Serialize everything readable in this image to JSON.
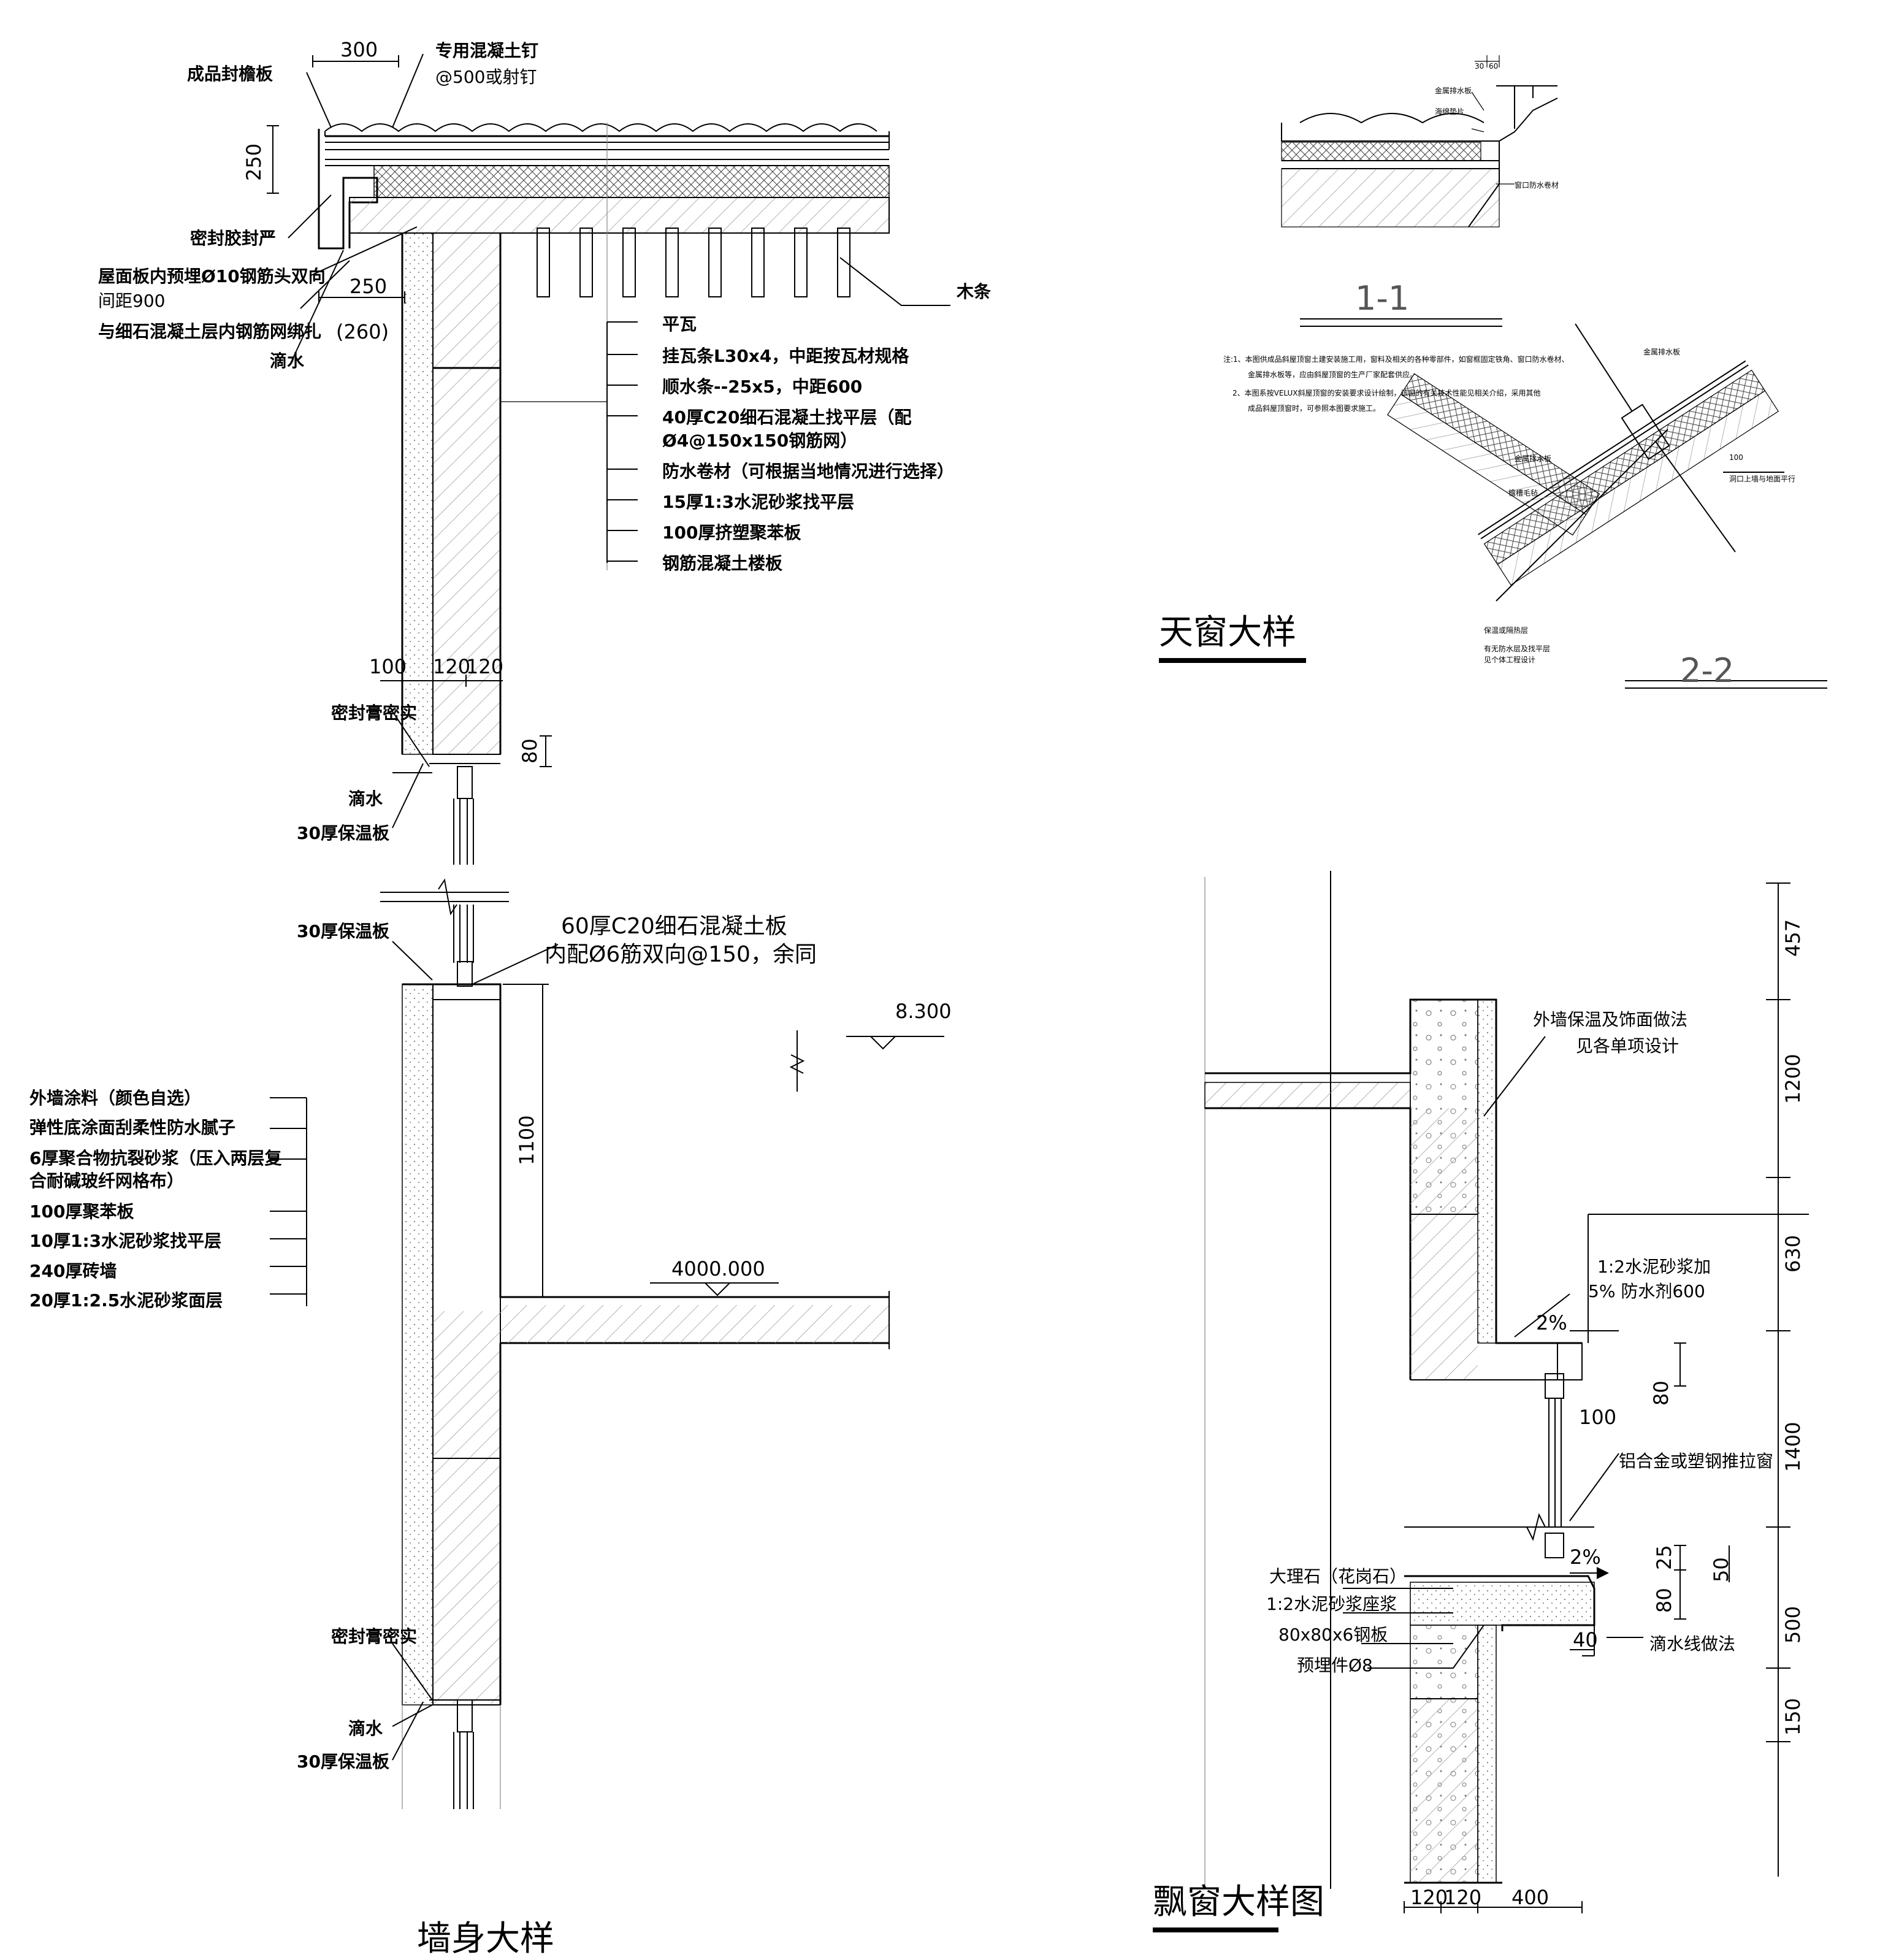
{
  "wall_detail": {
    "title": "墙身大样",
    "roof_labels": [
      "平瓦",
      "挂瓦条L30x4，中距按瓦材规格",
      "顺水条--25x5，中距600",
      "40厚C20细石混凝土找平层（配",
      "Ø4@150x150钢筋网）",
      "防水卷材（可根据当地情况进行选择）",
      "15厚1:3水泥砂浆找平层",
      "100厚挤塑聚苯板",
      "钢筋混凝土楼板"
    ],
    "eave_labels": {
      "fascia": "成品封檐板",
      "nail": "专用混凝土钉",
      "nail_spacing": "@500或射钉",
      "sealant": "密封胶封严",
      "rebar_1": "屋面板内预埋Ø10钢筋头双向",
      "rebar_2": "间距900",
      "rebar_3": "与细石混凝土层内钢筋网绑扎",
      "drip": "滴水",
      "batten": "木条"
    },
    "dims": {
      "d300": "300",
      "d250_v": "250",
      "d250_h": "250",
      "d260": "(260)",
      "d100": "100",
      "d120a": "120",
      "d120b": "120",
      "d80": "80",
      "d1100": "1100"
    },
    "window_labels": {
      "seal_1": "密封膏密实",
      "drip_1": "滴水",
      "insul_1": "30厚保温板",
      "insul_2": "30厚保温板",
      "slab_1": "60厚C20细石混凝土板",
      "slab_2": "内配Ø6筋双向@150，余同",
      "seal_2": "密封膏密实",
      "drip_2": "滴水",
      "insul_3": "30厚保温板"
    },
    "elevations": {
      "e1": "8.300",
      "e2": "4000.000"
    },
    "wall_layers": [
      "外墙涂料（颜色自选）",
      "弹性底涂面刮柔性防水腻子",
      "6厚聚合物抗裂砂浆（压入两层复",
      "合耐碱玻纤网格布）",
      "100厚聚苯板",
      "10厚1:3水泥砂浆找平层",
      "240厚砖墙",
      "20厚1:2.5水泥砂浆面层"
    ]
  },
  "skylight": {
    "title": "天窗大样",
    "section_1": "1-1",
    "section_2": "2-2",
    "dim_30": "30",
    "dim_60": "60",
    "dim_100": "100",
    "notes": [
      "注:1、本图供成品斜屋顶窗土建安装施工用，窗料及相关的各种零部件，如窗框固定铁角、窗口防水卷材、",
      "金属排水板等，应由斜屋顶窗的生产厂家配套供应。",
      "2、本图系按VELUX斜屋顶窗的安装要求设计绘制，该窗的有关技术性能见相关介绍，采用其他",
      "成品斜屋顶窗时，可参照本图要求施工。"
    ],
    "s1_labels": [
      "金属排水板",
      "海绵垫片",
      "窗口防水卷材"
    ],
    "s2_labels": [
      "金属排水板",
      "金属排水板",
      "檐槽毛毡",
      "洞口上墙与地面平行",
      "保温或隔热层",
      "有无防水层及找平层",
      "见个体工程设计"
    ]
  },
  "bay_window": {
    "title": "飘窗大样图",
    "labels": {
      "finish_1": "外墙保温及饰面做法",
      "finish_2": "见各单项设计",
      "mortar_1": "1:2水泥砂浆加",
      "mortar_2": "5% 防水剂600",
      "slope_1": "2%",
      "slope_2": "2%",
      "window": "铝合金或塑钢推拉窗",
      "marble": "大理石（花岗石）",
      "bed": "1:2水泥砂浆座浆",
      "angle": "80x80x6钢板",
      "embed": "预埋件Ø8",
      "drip": "滴水线做法"
    },
    "dims_right": [
      "457",
      "1200",
      "630",
      "1400",
      "500",
      "150"
    ],
    "dims_inner": {
      "d80a": "80",
      "d100": "100",
      "d25": "25",
      "d80b": "80",
      "d50": "50",
      "d40": "40"
    },
    "dims_bottom": [
      "120",
      "120",
      "400"
    ]
  }
}
